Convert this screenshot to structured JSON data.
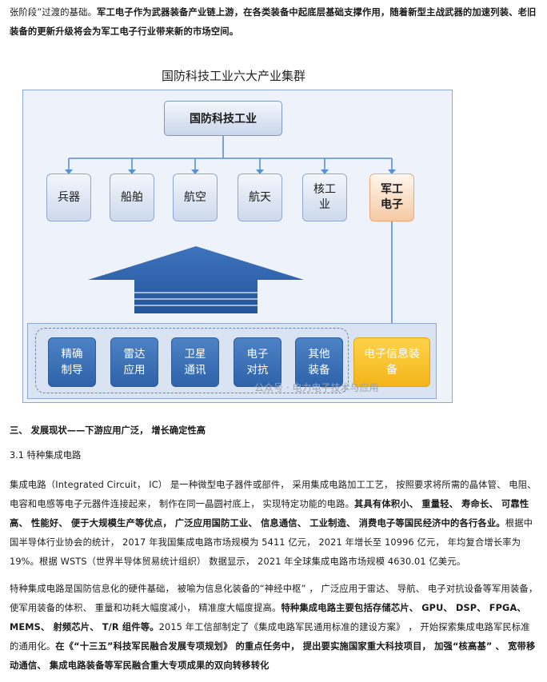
{
  "intro": {
    "text_normal_1": "张阶段”过渡的基础。",
    "text_bold": "军工电子作为武器装备产业链上游，在各类装备中起底层基础支撑作用，随着新型主战武器的加速列装、老旧装备的更新升级将会为军工电子行业带来新的市场空间。"
  },
  "diagram": {
    "title": "国防科技工业六大产业集群",
    "root": "国防科技工业",
    "industries": [
      {
        "line1": "兵器",
        "line2": ""
      },
      {
        "line1": "船舶",
        "line2": ""
      },
      {
        "line1": "航空",
        "line2": ""
      },
      {
        "line1": "航天",
        "line2": ""
      },
      {
        "line1": "核工",
        "line2": "业"
      },
      {
        "line1": "军工",
        "line2": "电子"
      }
    ],
    "applications": [
      {
        "line1": "精确",
        "line2": "制导"
      },
      {
        "line1": "雷达",
        "line2": "应用"
      },
      {
        "line1": "卫星",
        "line2": "通讯"
      },
      {
        "line1": "电子",
        "line2": "对抗"
      },
      {
        "line1": "其他",
        "line2": "装备"
      }
    ],
    "highlight": {
      "line1": "电子信息装",
      "line2": "备"
    },
    "watermark": "公众号 · 电力电子技术与应用",
    "colors": {
      "arrow_blue": "#2f63a9",
      "highlight_orange": "#f6caa3",
      "highlight_gold": "#f3b51a"
    }
  },
  "section3": {
    "heading": "三、 发展现状——下游应用广泛， 增长确定性高",
    "sub": "3.1 特种集成电路"
  },
  "para2": {
    "normal": "集成电路（Integrated Circuit， IC） 是一种微型电子器件或部件， 采用集成电路加工工艺， 按照要求将所需的晶体管、 电阻、 电容和电感等电子元器件连接起来， 制作在同一晶圆衬底上， 实现特定功能的电路。",
    "bold": "其具有体积小、 重量轻、 寿命长、 可靠性高、 性能好、 便于大规模生产等优点， 广泛应用国防工业、 信息通信、 工业制造、 消费电子等国民经济中的各行各业。",
    "normal2": "根据中国半导体行业协会的统计， 2017 年我国集成电路市场规模为 5411 亿元， 2021 年增长至 10996 亿元， 年均复合增长率为 19%。根据 WSTS（世界半导体贸易统计组织） 数据显示， 2021 年全球集成电路市场规模 4630.01 亿美元。"
  },
  "para3": {
    "normal": "特种集成电路是国防信息化的硬件基础， 被喻为信息化装备的“神经中枢” ， 广泛应用于雷达、 导航、 电子对抗设备等军用装备， 使军用装备的体积、 重量和功耗大幅度减小， 精准度大幅度提高。",
    "bold": "特种集成电路主要包括存储芯片、 GPU、 DSP、 FPGA、 MEMS、 射频芯片、 T/R 组件等。",
    "normal2": "2015 年工信部制定了《集成电路军民通用标准的建设方案》 ， 开始探索集成电路军民标准的通用化。",
    "bold2": "在《“十三五”科技军民融合发展专项规划》 的重点任务中， 提出要实施国家重大科技项目， 加强“核高基” 、 宽带移动通信、 集成电路装备等军民融合重大专项成果的双向转移转化"
  }
}
